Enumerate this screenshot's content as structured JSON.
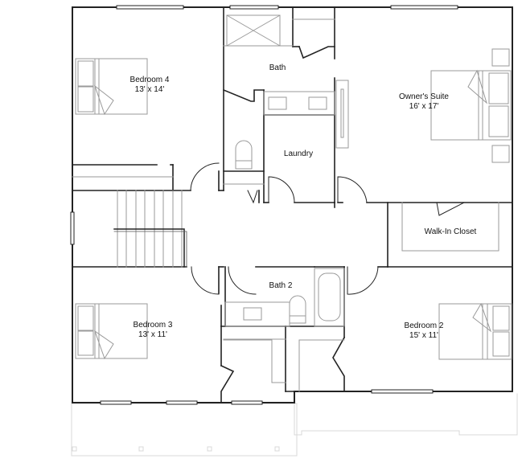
{
  "floor_plan": {
    "rooms": [
      {
        "id": "bedroom-4",
        "name": "Bedroom 4",
        "size": "13' x 14'"
      },
      {
        "id": "bath",
        "name": "Bath",
        "size": ""
      },
      {
        "id": "laundry",
        "name": "Laundry",
        "size": ""
      },
      {
        "id": "owners-suite",
        "name": "Owner's Suite",
        "size": "16' x 17'"
      },
      {
        "id": "walk-in-closet",
        "name": "Walk-In Closet",
        "size": ""
      },
      {
        "id": "bath-2",
        "name": "Bath 2",
        "size": ""
      },
      {
        "id": "bedroom-3",
        "name": "Bedroom 3",
        "size": "13' x 11'"
      },
      {
        "id": "bedroom-2",
        "name": "Bedroom 2",
        "size": "15' x 11'"
      }
    ],
    "colors": {
      "wall": "#222222",
      "fixture": "#9a9a9a",
      "exterior_outline": "#d8d8d8",
      "background": "#ffffff"
    }
  }
}
